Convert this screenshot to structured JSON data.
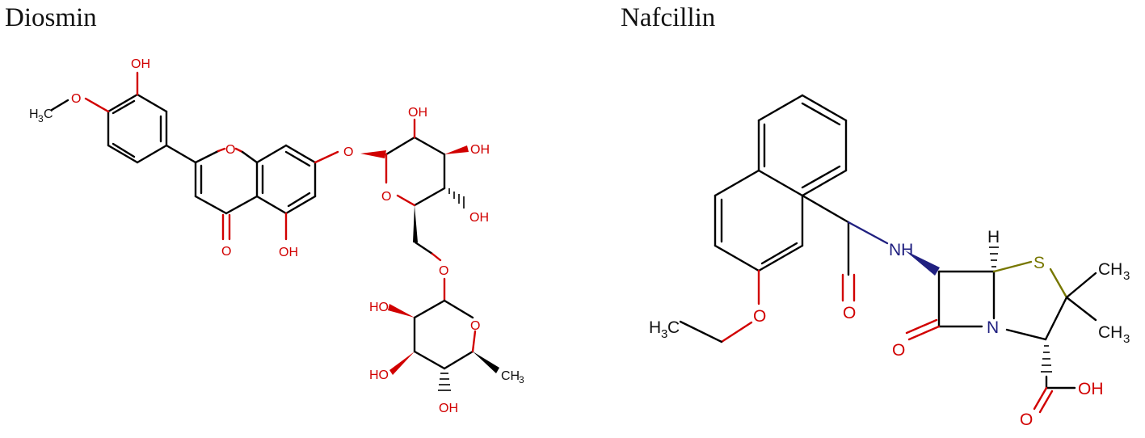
{
  "molecules": [
    {
      "name": "Diosmin",
      "labels": {
        "oh_top": "OH",
        "methoxy_c": "H",
        "methoxy_sub": "3",
        "methoxy_c2": "C",
        "methoxy_o": "O",
        "ring_o": "O",
        "keto_o": "O",
        "oh_5": "OH",
        "glyc_o": "O",
        "sugar_oh_top": "OH",
        "sugar_oh_right": "OH",
        "sugar_o_ring": "O",
        "sugar_oh_lower": "OH",
        "link_o": "O",
        "rham_o_ring": "O",
        "rham_ho_1": "HO",
        "rham_ho_2": "HO",
        "rham_oh_bottom": "OH",
        "rham_ch": "CH",
        "rham_ch_sub": "3"
      }
    },
    {
      "name": "Nafcillin",
      "labels": {
        "nh": "NH",
        "h_top": "H",
        "s": "S",
        "ch3_1": "CH",
        "ch3_1_sub": "3",
        "ch3_2": "CH",
        "ch3_2_sub": "3",
        "amide_o": "O",
        "ether_o": "O",
        "ethyl_h": "H",
        "ethyl_sub": "3",
        "ethyl_c": "C",
        "lactam_o": "O",
        "n": "N",
        "acid_o": "O",
        "acid_oh": "OH"
      }
    }
  ]
}
